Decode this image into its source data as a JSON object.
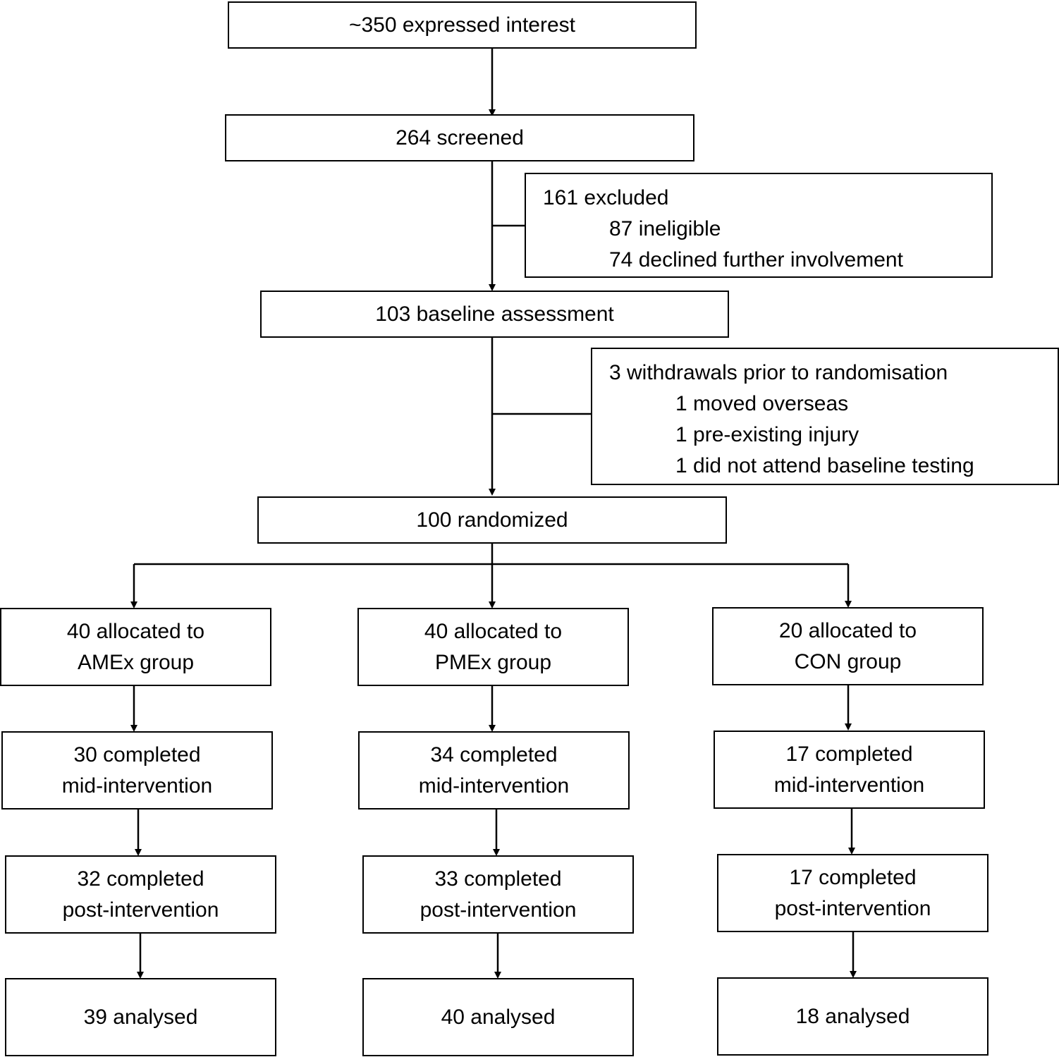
{
  "flow": {
    "interest": "~350 expressed interest",
    "screened": "264 screened",
    "excluded": {
      "title": "161 excluded",
      "items": [
        "87 ineligible",
        "74 declined further involvement"
      ]
    },
    "baseline": "103 baseline assessment",
    "withdrawals": {
      "title": "3 withdrawals prior to randomisation",
      "items": [
        "1 moved overseas",
        "1 pre-existing injury",
        "1 did not attend baseline testing"
      ]
    },
    "randomized": "100 randomized",
    "groups": [
      {
        "allocated": [
          "40 allocated to",
          "AMEx group"
        ],
        "mid": [
          "30 completed",
          "mid-intervention"
        ],
        "post": [
          "32 completed",
          "post-intervention"
        ],
        "analysed": "39 analysed"
      },
      {
        "allocated": [
          "40 allocated to",
          "PMEx group"
        ],
        "mid": [
          "34 completed",
          "mid-intervention"
        ],
        "post": [
          "33 completed",
          "post-intervention"
        ],
        "analysed": "40 analysed"
      },
      {
        "allocated": [
          "20 allocated to",
          "CON group"
        ],
        "mid": [
          "17 completed",
          "mid-intervention"
        ],
        "post": [
          "17 completed",
          "post-intervention"
        ],
        "analysed": "18 analysed"
      }
    ]
  }
}
